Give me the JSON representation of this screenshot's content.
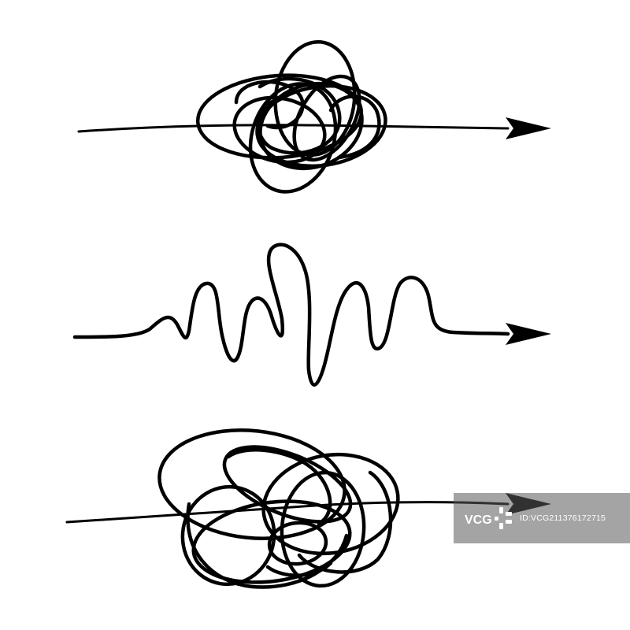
{
  "illustration": {
    "background": "#ffffff",
    "ink_color": "#000000",
    "rows": [
      {
        "name": "tangled-scribble-arrow-top",
        "style": "chaotic-scribble"
      },
      {
        "name": "wavy-line-arrow-middle",
        "style": "wavy-line"
      },
      {
        "name": "tangled-scribble-arrow-bottom",
        "style": "chaotic-scribble"
      }
    ]
  },
  "watermark": {
    "logo_text": "VCG",
    "id_text": "ID:VCG211376172715",
    "color": "#ffffff"
  }
}
